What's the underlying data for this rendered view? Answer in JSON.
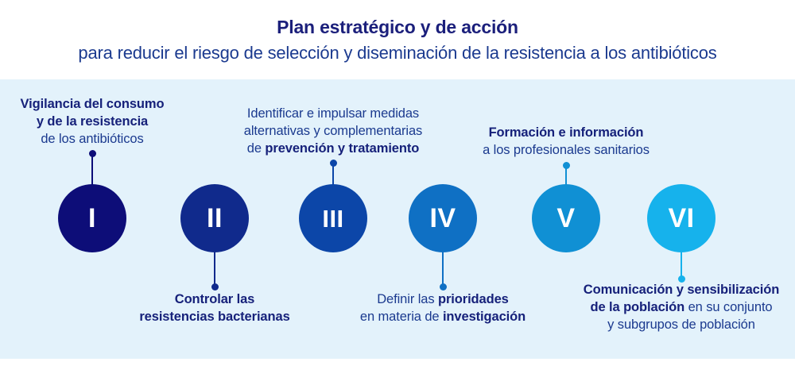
{
  "header": {
    "title": "Plan estratégico y de acción",
    "subtitle": "para reducir el riesgo de selección y diseminación de la resistencia a los antibióticos",
    "title_color": "#1b1f7b",
    "subtitle_color": "#1b3a8f"
  },
  "panel": {
    "background_color": "#e3f2fb"
  },
  "steps": [
    {
      "numeral": "I",
      "color": "#0d0d78",
      "position": "top",
      "label_bold": "Vigilancia del consumo\ny de la resistencia",
      "label_regular": "de los antibióticos",
      "label_plain": "Vigilancia del consumo y de la resistencia de los antibióticos"
    },
    {
      "numeral": "II",
      "color": "#102a8c",
      "position": "bottom",
      "label_bold": "Controlar las\nresistencias bacterianas",
      "label_regular": "",
      "label_plain": "Controlar las resistencias bacterianas"
    },
    {
      "numeral": "III",
      "color": "#0c46a8",
      "position": "top",
      "label_bold": "prevención y tratamiento",
      "label_regular": "Identificar e impulsar medidas alternativas y complementarias de",
      "label_plain": "Identificar e impulsar medidas alternativas y complementarias de prevención y tratamiento"
    },
    {
      "numeral": "IV",
      "color": "#0f70c4",
      "position": "bottom",
      "label_bold": "prioridades / investigación",
      "label_regular": "Definir las / en materia de",
      "label_plain": "Definir las prioridades en materia de investigación"
    },
    {
      "numeral": "V",
      "color": "#1090d4",
      "position": "top",
      "label_bold": "Formación e información",
      "label_regular": "a los profesionales sanitarios",
      "label_plain": "Formación e información a los profesionales sanitarios"
    },
    {
      "numeral": "VI",
      "color": "#16b2ec",
      "position": "bottom",
      "label_bold": "Comunicación y sensibilización de la población",
      "label_regular": "en su conjunto y subgrupos de población",
      "label_plain": "Comunicación y sensibilización de la población en su conjunto y subgrupos de población"
    }
  ],
  "label_lines": {
    "step1": [
      [
        {
          "t": "Vigilancia del consumo",
          "b": true
        }
      ],
      [
        {
          "t": "y de la resistencia",
          "b": true
        }
      ],
      [
        {
          "t": "de los antibióticos",
          "b": false
        }
      ]
    ],
    "step2": [
      [
        {
          "t": "Controlar las",
          "b": true
        }
      ],
      [
        {
          "t": "resistencias bacterianas",
          "b": true
        }
      ]
    ],
    "step3": [
      [
        {
          "t": "Identificar e impulsar medidas",
          "b": false
        }
      ],
      [
        {
          "t": "alternativas y complementarias",
          "b": false
        }
      ],
      [
        {
          "t": "de ",
          "b": false
        },
        {
          "t": "prevención y tratamiento",
          "b": true
        }
      ]
    ],
    "step4": [
      [
        {
          "t": "Definir las ",
          "b": false
        },
        {
          "t": "prioridades",
          "b": true
        }
      ],
      [
        {
          "t": "en materia de ",
          "b": false
        },
        {
          "t": "investigación",
          "b": true
        }
      ]
    ],
    "step5": [
      [
        {
          "t": "Formación e información",
          "b": true
        }
      ],
      [
        {
          "t": "a los profesionales sanitarios",
          "b": false
        }
      ]
    ],
    "step6": [
      [
        {
          "t": "Comunicación y sensibilización",
          "b": true
        }
      ],
      [
        {
          "t": "de la población",
          "b": true
        },
        {
          "t": " en su conjunto",
          "b": false
        }
      ],
      [
        {
          "t": "y subgrupos de población",
          "b": false
        }
      ]
    ]
  }
}
